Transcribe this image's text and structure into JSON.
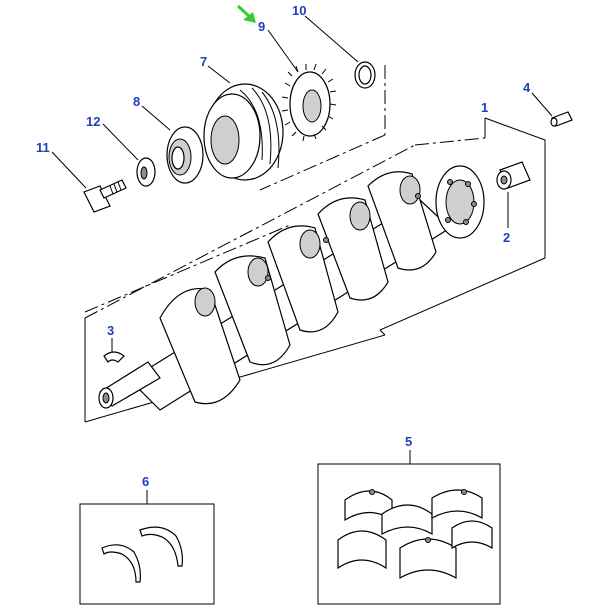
{
  "diagram": {
    "accent_color": "#1f3fbf",
    "arrow_color": "#33cc33",
    "callouts": [
      {
        "id": "c1",
        "text": "1"
      },
      {
        "id": "c2",
        "text": "2"
      },
      {
        "id": "c3",
        "text": "3"
      },
      {
        "id": "c4",
        "text": "4"
      },
      {
        "id": "c5",
        "text": "5"
      },
      {
        "id": "c6",
        "text": "6"
      },
      {
        "id": "c7",
        "text": "7"
      },
      {
        "id": "c8",
        "text": "8"
      },
      {
        "id": "c9",
        "text": "9"
      },
      {
        "id": "c10",
        "text": "10"
      },
      {
        "id": "c11",
        "text": "11"
      },
      {
        "id": "c12",
        "text": "12"
      }
    ]
  }
}
